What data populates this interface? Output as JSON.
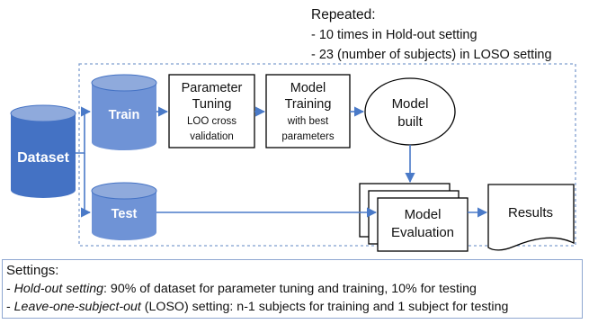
{
  "repeat_note": {
    "title": "Repeated:",
    "lines": [
      "- 10 times in Hold-out setting",
      "- 23 (number of subjects) in LOSO setting"
    ]
  },
  "nodes": {
    "dataset": "Dataset",
    "train": "Train",
    "test": "Test",
    "param_tuning": {
      "title_1": "Parameter",
      "title_2": "Tuning",
      "sub_1": "LOO cross",
      "sub_2": "validation"
    },
    "model_training": {
      "title_1": "Model",
      "title_2": "Training",
      "sub_1": "with best",
      "sub_2": "parameters"
    },
    "model_built": {
      "line_1": "Model",
      "line_2": "built"
    },
    "model_eval": {
      "line_1": "Model",
      "line_2": "Evaluation"
    },
    "results": "Results"
  },
  "settings": {
    "title": "Settings:",
    "holdout": {
      "prefix": "- ",
      "term": "Hold-out setting",
      "text": ": 90% of dataset for parameter tuning and training, 10% for testing"
    },
    "loso": {
      "prefix": "- ",
      "term": "Leave-one-subject-out",
      "text": " (LOSO) setting: n-1 subjects for training and 1 subject for testing"
    }
  },
  "colors": {
    "cylinder_fill": "#4472c4",
    "cylinder_top": "#8faadc",
    "cylinder_light_fill": "#6f93d6",
    "arrow": "#4a7ac8",
    "dashed_border": "#7f9fcf",
    "box_border": "#000000"
  }
}
